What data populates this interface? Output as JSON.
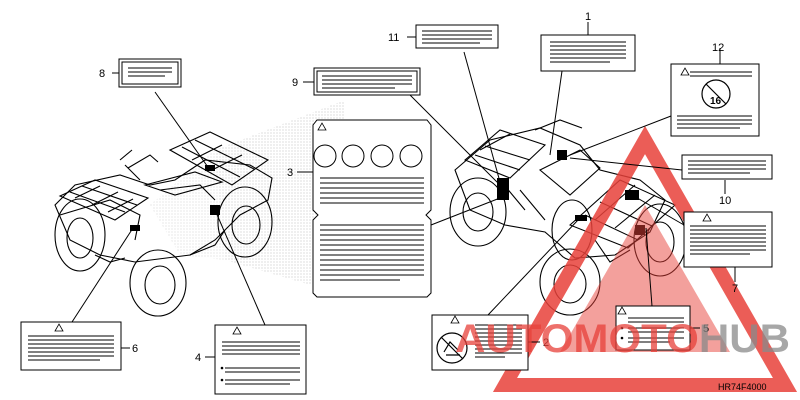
{
  "diagram": {
    "code": "HR74F4000",
    "callouts": [
      "1",
      "2",
      "3",
      "4",
      "5",
      "6",
      "7",
      "8",
      "9",
      "10",
      "11",
      "12"
    ],
    "sticker_number": "16"
  },
  "watermark": {
    "brand_part1": "AUTOMOTO",
    "brand_part2": "HUB",
    "color_red": "#e8413a",
    "color_gray": "#8a8a8a"
  }
}
